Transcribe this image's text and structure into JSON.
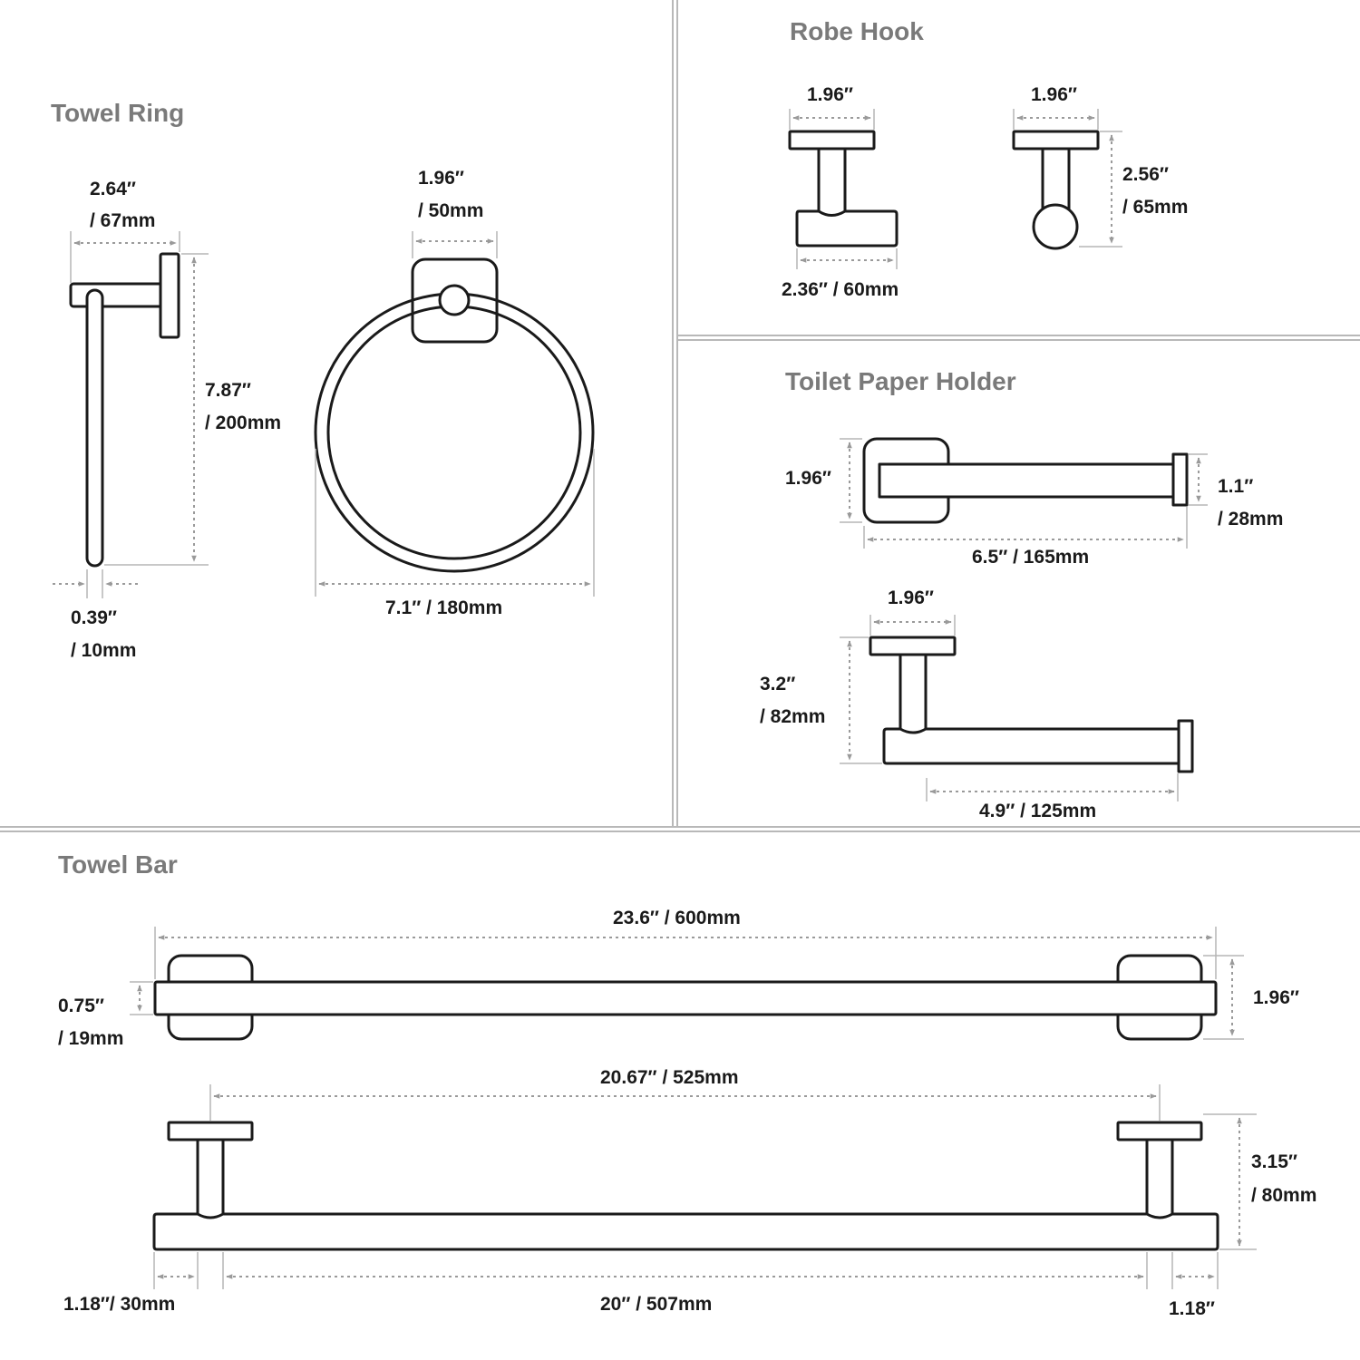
{
  "sections": {
    "towel_ring": "Towel Ring",
    "robe_hook": "Robe Hook",
    "toilet_paper_holder": "Toilet Paper Holder",
    "towel_bar": "Towel Bar"
  },
  "towel_ring": {
    "depth_in": "2.64″",
    "depth_mm": "/ 67mm",
    "height_in": "7.87″",
    "height_mm": "/ 200mm",
    "rod_in": "0.39″",
    "rod_mm": "/ 10mm",
    "base_in": "1.96″",
    "base_mm": "/ 50mm",
    "width": "7.1″ / 180mm"
  },
  "robe_hook": {
    "front_width": "1.96″",
    "front_base": "2.36″ / 60mm",
    "side_width": "1.96″",
    "side_height_in": "2.56″",
    "side_height_mm": "/ 65mm"
  },
  "toilet_paper_holder": {
    "base_height": "1.96″",
    "cap_in": "1.1″",
    "cap_mm": "/ 28mm",
    "length": "6.5″ / 165mm",
    "side_base": "1.96″",
    "side_height_in": "3.2″",
    "side_height_mm": "/ 82mm",
    "side_length": "4.9″ / 125mm"
  },
  "towel_bar": {
    "overall": "23.6″ / 600mm",
    "bar_in": "0.75″",
    "bar_mm": "/ 19mm",
    "base_height": "1.96″",
    "centers": "20.67″ / 525mm",
    "depth_in": "3.15″",
    "depth_mm": "/ 80mm",
    "end_left": "1.18″/ 30mm",
    "inner": "20″ / 507mm",
    "end_right": "1.18″"
  }
}
